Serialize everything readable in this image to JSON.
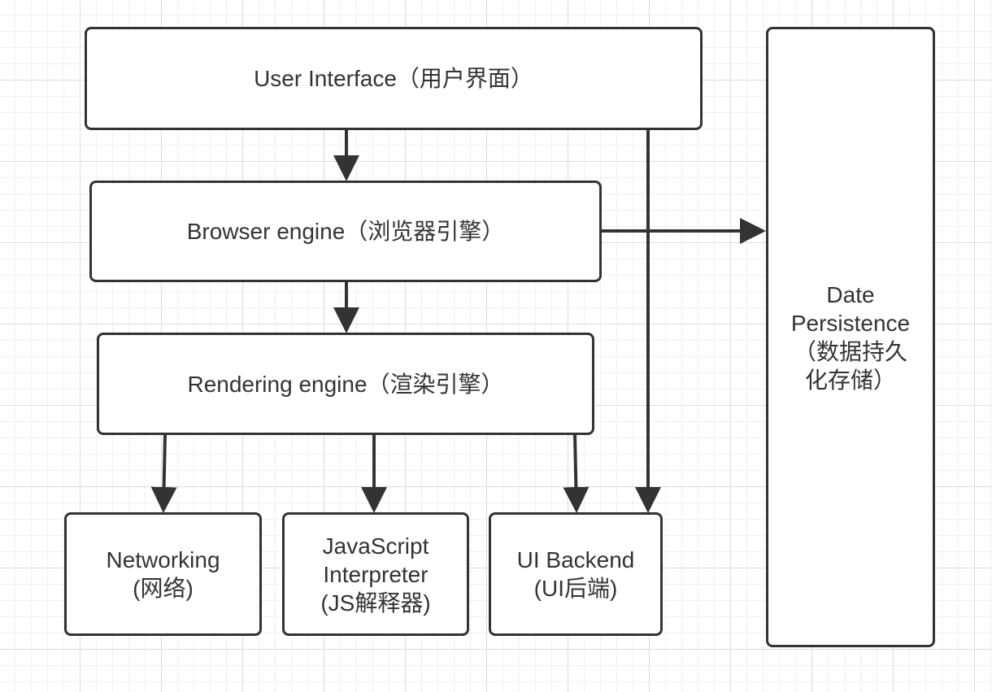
{
  "nodes": {
    "user_interface": {
      "label": "User Interface（用户界面）"
    },
    "browser_engine": {
      "label": "Browser engine（浏览器引擎）"
    },
    "rendering_engine": {
      "label": "Rendering engine（渲染引擎）"
    },
    "networking": {
      "line1": "Networking",
      "line2": "(网络)"
    },
    "js_interpreter": {
      "line1": "JavaScript",
      "line2": "Interpreter",
      "line3": "(JS解释器)"
    },
    "ui_backend": {
      "line1": "UI Backend",
      "line2": "(UI后端)"
    },
    "data_persistence": {
      "line1": "Date",
      "line2": "Persistence",
      "line3": "（数据持久",
      "line4": "化存储）"
    }
  },
  "edges": [
    {
      "from": "user_interface",
      "to": "browser_engine"
    },
    {
      "from": "user_interface",
      "to": "ui_backend"
    },
    {
      "from": "browser_engine",
      "to": "rendering_engine"
    },
    {
      "from": "browser_engine",
      "to": "data_persistence"
    },
    {
      "from": "rendering_engine",
      "to": "networking"
    },
    {
      "from": "rendering_engine",
      "to": "js_interpreter"
    },
    {
      "from": "rendering_engine",
      "to": "ui_backend"
    }
  ]
}
